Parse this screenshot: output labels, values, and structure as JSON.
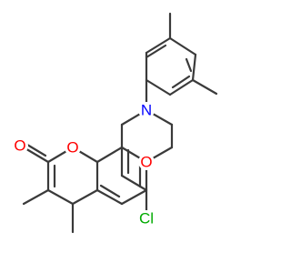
{
  "molecule": {
    "atoms": {
      "n": {
        "symbol": "N",
        "color": "#0000ff"
      },
      "o_ring_pyran": {
        "symbol": "O",
        "color": "#ff0000"
      },
      "o_carbonyl": {
        "symbol": "O",
        "color": "#ff0000"
      },
      "o_ring_oxazine": {
        "symbol": "O",
        "color": "#ff0000"
      },
      "cl": {
        "symbol": "Cl",
        "color": "#00aa00"
      }
    },
    "bond_color": "#3a3a3a",
    "background": "#ffffff"
  }
}
